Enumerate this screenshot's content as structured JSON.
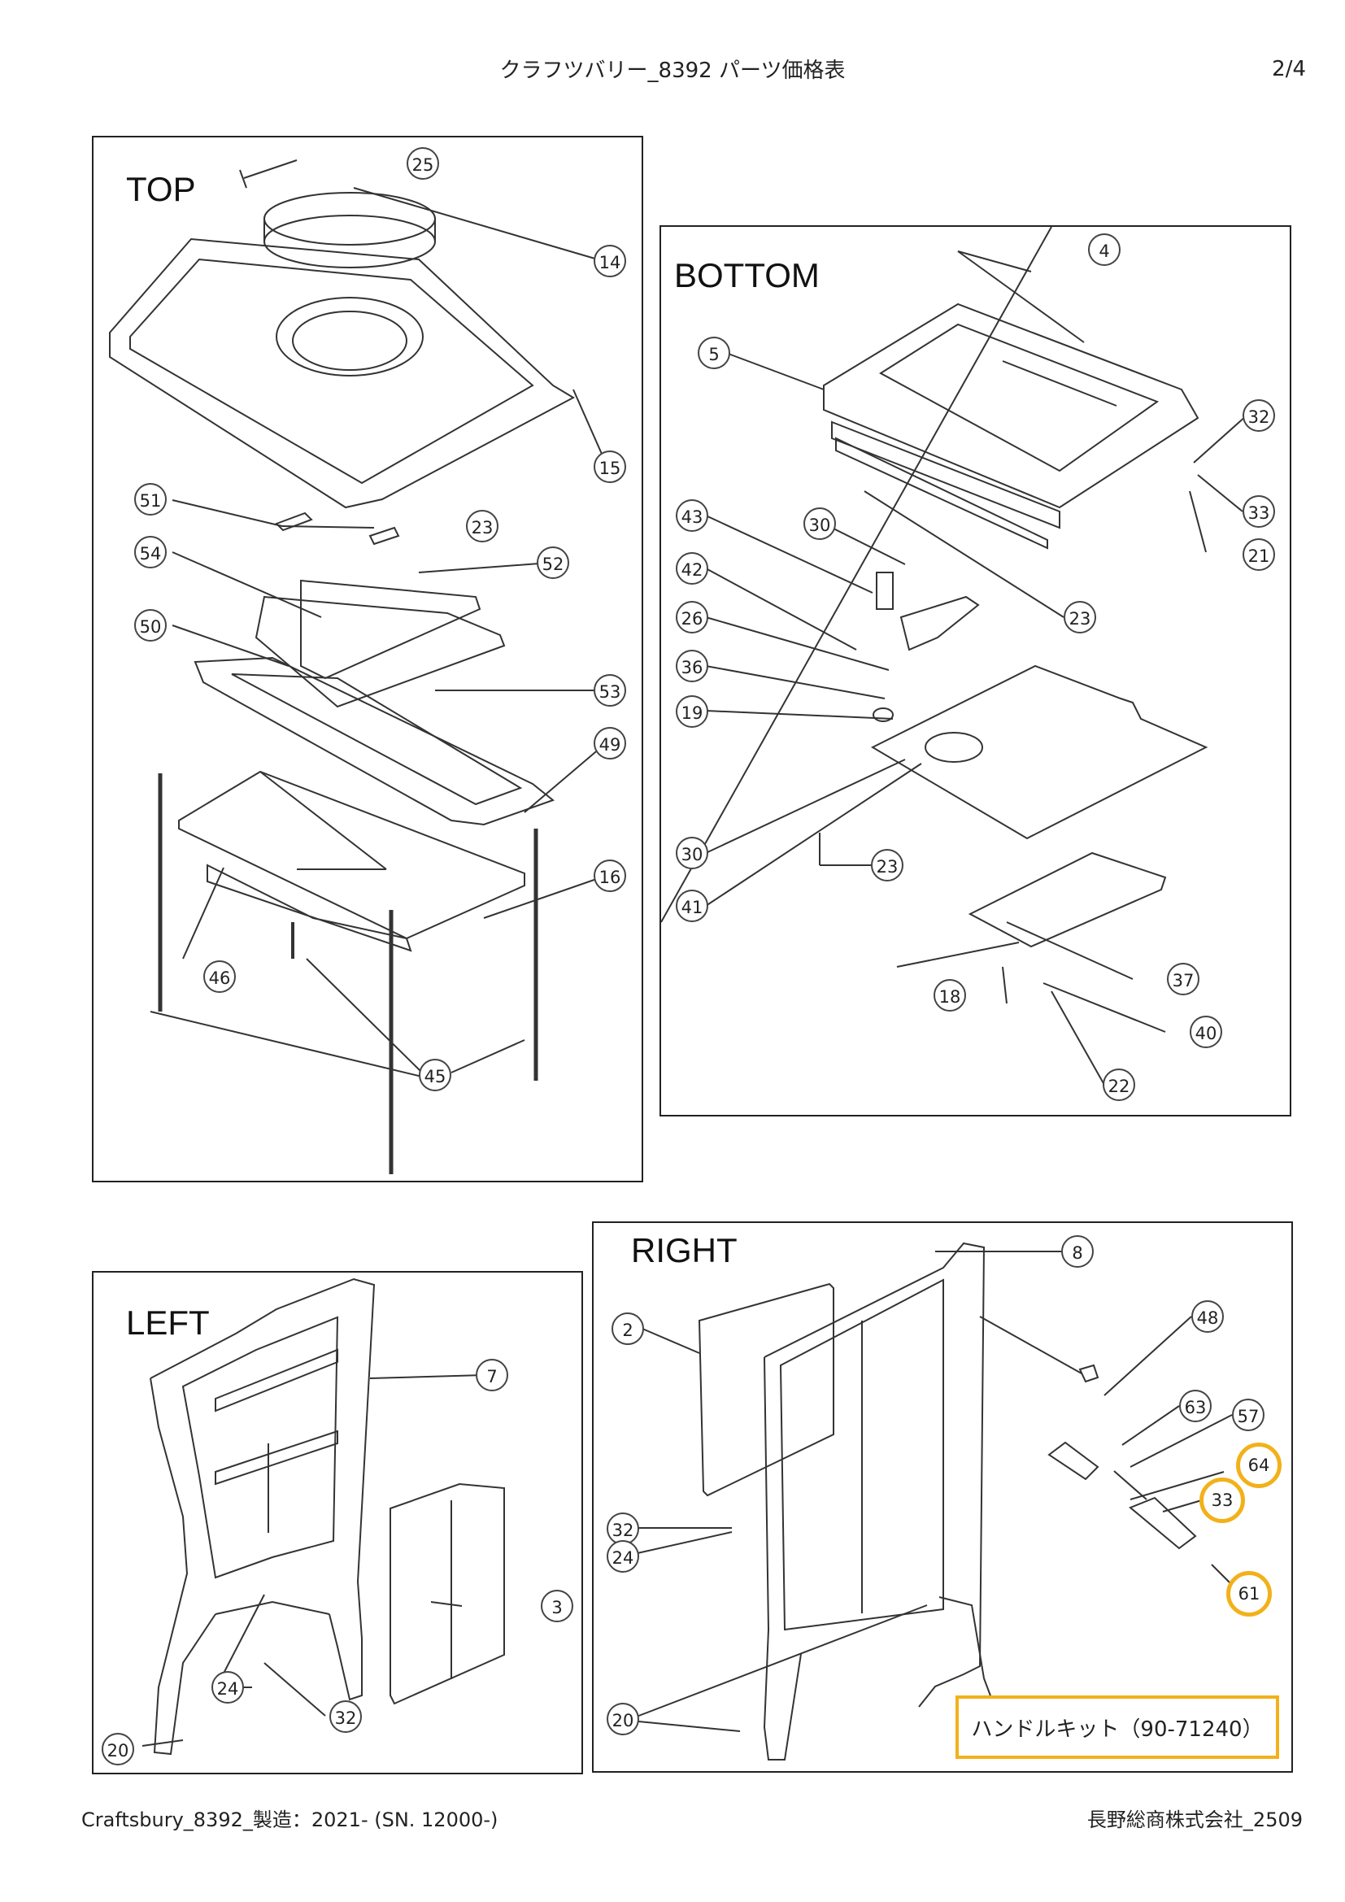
{
  "header": {
    "title": "クラフツバリー_8392 パーツ価格表",
    "page": "2/4"
  },
  "panels": {
    "top": {
      "label": "TOP",
      "callouts": [
        "25",
        "14",
        "15",
        "51",
        "23",
        "54",
        "52",
        "50",
        "53",
        "49",
        "16",
        "46",
        "45"
      ]
    },
    "bottom": {
      "label": "BOTTOM",
      "callouts": [
        "4",
        "5",
        "32",
        "33",
        "21",
        "43",
        "30",
        "42",
        "23",
        "26",
        "36",
        "19",
        "30",
        "41",
        "23",
        "37",
        "18",
        "40",
        "22"
      ]
    },
    "left": {
      "label": "LEFT",
      "callouts": [
        "7",
        "3",
        "24",
        "32",
        "20"
      ]
    },
    "right": {
      "label": "RIGHT",
      "callouts": [
        "8",
        "2",
        "48",
        "63",
        "57",
        "64",
        "33",
        "32",
        "24",
        "61",
        "20"
      ],
      "kit_label": "ハンドルキット（90-71240）"
    }
  },
  "highlight_color": "#f2b11a",
  "footer": {
    "left": "Craftsbury_8392_製造：2021- (SN. 12000-)",
    "right": "長野総商株式会社_2509"
  }
}
